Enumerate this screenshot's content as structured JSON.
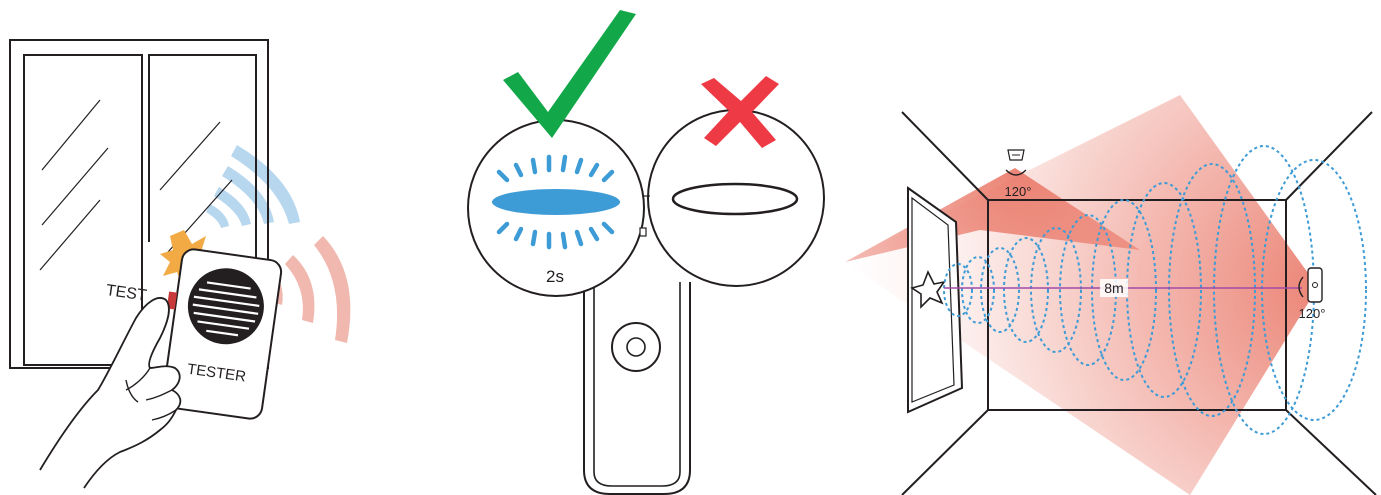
{
  "panel_left": {
    "test_label": "TEST",
    "tester_label": "TESTER"
  },
  "panel_middle": {
    "duration_label": "2s"
  },
  "panel_right": {
    "top_angle_label": "120°",
    "side_angle_label": "120°",
    "distance_label": "8m"
  },
  "colors": {
    "check": "#12a84a",
    "cross": "#ee3a45",
    "led_blue": "#3d9bd6",
    "signal_blue": "#b7d7ee",
    "signal_red": "#f0b8ae",
    "beam_red": "#e8705f",
    "line": "#231f20",
    "burst": "#f2aa45",
    "button_red": "#c83a3a",
    "range_line": "#a24aa8"
  }
}
